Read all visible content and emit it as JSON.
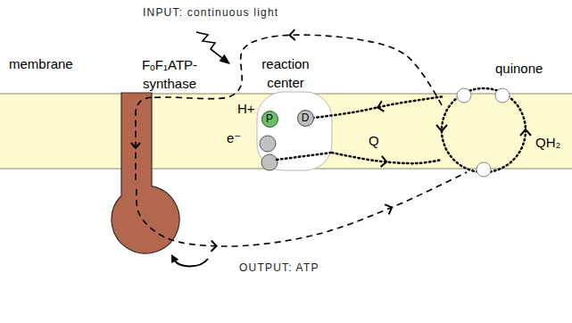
{
  "diagram": {
    "nodes": [
      {
        "text": [
          "FₒF₁ATP- synthase"
        ]
      },
      {
        "text": [
          "reaction center"
        ]
      },
      {
        "text": [
          "P"
        ],
        "in": 1
      },
      {
        "text": [
          "D"
        ],
        "in": 1
      },
      {
        "text": [
          "quinone"
        ]
      }
    ],
    "edges": [
      {
        "from": 4,
        "to": 0,
        "arrow": "to"
      },
      {
        "from": 0,
        "to": 4,
        "arrow": "to"
      },
      {
        "from": 1,
        "to": 4,
        "arrow": "to"
      },
      {
        "from": 4,
        "to": 3,
        "arrow": "to"
      }
    ],
    "labels": [
      "INPUT: continuous light",
      "membrane",
      "H+",
      "e⁻",
      "Q",
      "QH₂",
      "OUTPUT: ATP"
    ]
  }
}
